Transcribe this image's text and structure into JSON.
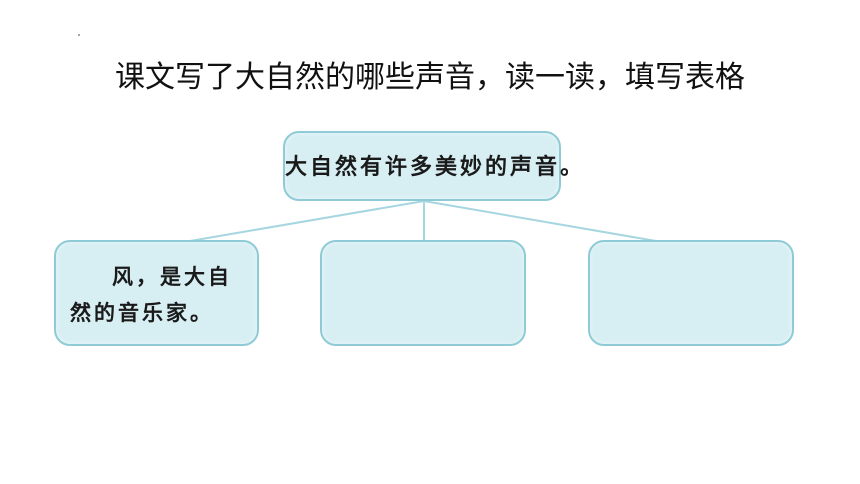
{
  "page": {
    "title": "课文写了大自然的哪些声音，读一读，填写表格"
  },
  "diagram": {
    "root": {
      "text": "大自然有许多美妙的声音。"
    },
    "children": [
      {
        "text": "风，是大自然的音乐家。"
      },
      {
        "text": ""
      },
      {
        "text": ""
      }
    ]
  },
  "colors": {
    "box_fill": "#d7eff3",
    "box_border": "#8fcbd6",
    "connector": "#a6d6df",
    "title_text": "#111111"
  }
}
